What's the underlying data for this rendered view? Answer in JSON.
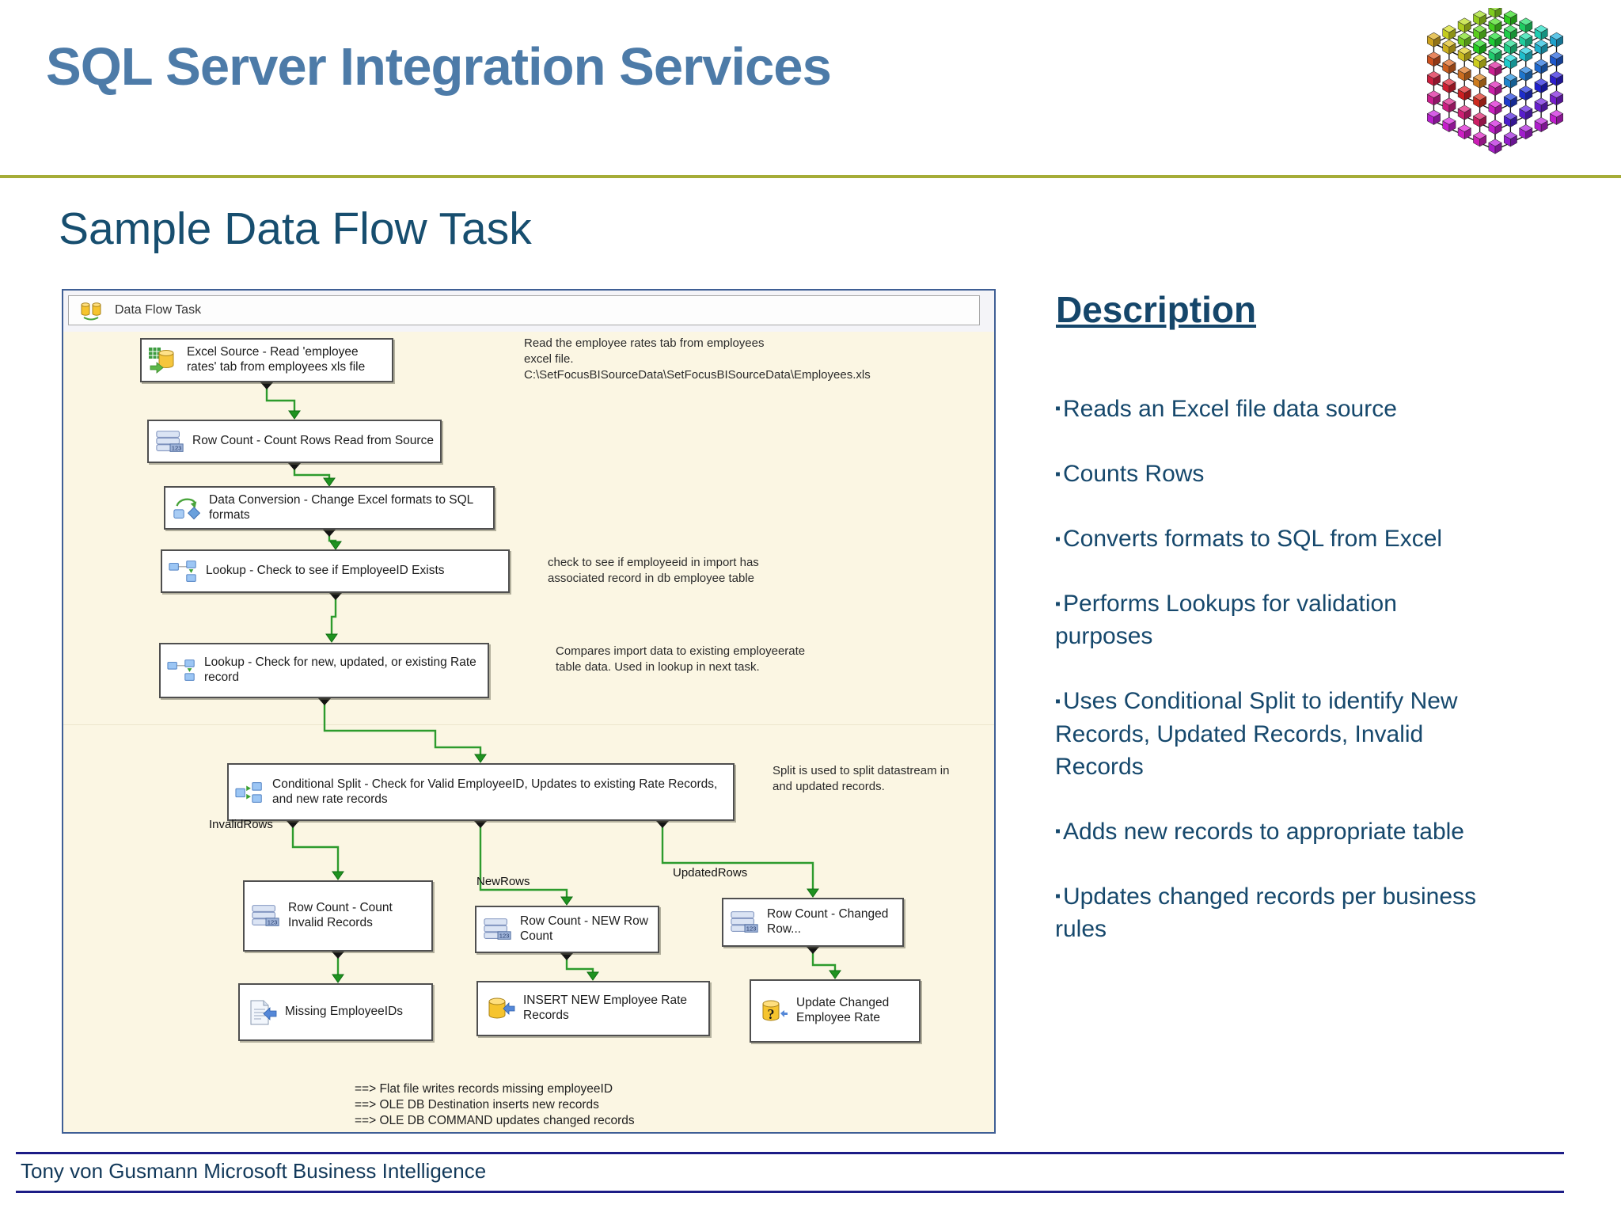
{
  "slide": {
    "title": "SQL Server Integration Services",
    "subtitle": "Sample Data Flow Task",
    "footer": "Tony von Gusmann Microsoft Business Intelligence"
  },
  "description": {
    "heading": "Description",
    "bullets": [
      "Reads an Excel file data source",
      "Counts Rows",
      "Converts formats to SQL from Excel",
      "Performs Lookups for validation purposes",
      "Uses Conditional Split to identify New Records, Updated Records, Invalid Records",
      "Adds new records to appropriate table",
      "Updates changed records per business rules"
    ]
  },
  "diagram": {
    "window_title": "Data Flow Task",
    "nodes": [
      {
        "label": "Excel Source - Read 'employee rates' tab from employees xls file"
      },
      {
        "label": "Row Count - Count Rows Read from Source"
      },
      {
        "label": "Data Conversion - Change Excel formats to SQL formats"
      },
      {
        "label": "Lookup - Check to see if EmployeeID Exists"
      },
      {
        "label": "Lookup - Check for new, updated, or existing Rate record"
      },
      {
        "label": "Conditional Split - Check for Valid EmployeeID, Updates to existing Rate Records, and new rate records"
      },
      {
        "label": "Row Count - Count Invalid Records"
      },
      {
        "label": "Row Count - NEW Row Count"
      },
      {
        "label": "Row Count - Changed Row..."
      },
      {
        "label": "Missing EmployeeIDs"
      },
      {
        "label": "INSERT NEW Employee Rate Records"
      },
      {
        "label": "Update Changed Employee Rate"
      }
    ],
    "annotations": [
      {
        "text": "Read the employee rates tab from employees\nexcel file.\nC:\\SetFocusBISourceData\\SetFocusBISourceData\\Employees.xls"
      },
      {
        "text": "check to see if employeeid in import has\nassociated record in db employee table"
      },
      {
        "text": "Compares import data to existing employeerate\ntable data.  Used in lookup in next task."
      },
      {
        "text": "Split is used to split datastream in\nand updated records."
      }
    ],
    "edge_labels": [
      "InvalidRows",
      "NewRows",
      "UpdatedRows"
    ],
    "legend": [
      "==> Flat file writes records missing employeeID",
      "==> OLE DB Destination inserts new records",
      "==> OLE DB COMMAND updates changed records"
    ]
  },
  "colors": {
    "title": "#4d7ba8",
    "heading_navy": "#16486c",
    "olive_rule": "#a5ac37",
    "diagram_bg": "#fbf6e3",
    "connector_green": "#2d9b2d",
    "footer_line": "#1c1c86"
  }
}
